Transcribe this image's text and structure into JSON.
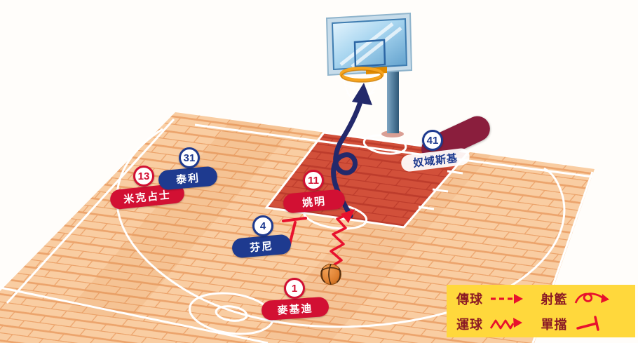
{
  "players": [
    {
      "number": "1",
      "name": "麥基迪",
      "team_color": "#D21033",
      "badge_color": "#D21033"
    },
    {
      "number": "4",
      "name": "芬尼",
      "team_color": "#1E3A8F",
      "badge_color": "#1E3A8F"
    },
    {
      "number": "11",
      "name": "姚明",
      "team_color": "#D21033",
      "badge_color": "#D21033"
    },
    {
      "number": "13",
      "name": "米克占士",
      "team_color": "#D21033",
      "badge_color": "#D21033"
    },
    {
      "number": "31",
      "name": "泰利",
      "team_color": "#1E3A8F",
      "badge_color": "#1E3A8F"
    },
    {
      "number": "41",
      "name": "奴域斯基",
      "team_color": "#8A1E3D",
      "badge_color": "#1E3A8F",
      "name_text_color": "#1E3A8F"
    }
  ],
  "legend": {
    "background": "#FFD83C",
    "label_color": "#8B1A24",
    "symbol_color": "#E8112D",
    "items": [
      {
        "label": "傳球",
        "icon": "pass-dashed-arrow-icon"
      },
      {
        "label": "射籃",
        "icon": "shoot-loop-arrow-icon"
      },
      {
        "label": "運球",
        "icon": "dribble-zigzag-arrow-icon"
      },
      {
        "label": "單擋",
        "icon": "screen-bar-icon"
      }
    ]
  },
  "court": {
    "floor_color": "#F9CDA2",
    "plank_line_color": "#ECA46C",
    "paint_color": "#D2503A",
    "line_color": "#FFFFFF",
    "backboard_glass_color": "#A9D6F0",
    "rim_color": "#F6A41F",
    "shot_arrow_color": "#23296B",
    "dribble_arrow_color": "#E8112D",
    "screen_mark_color": "#E8112D",
    "ball_color": "#DD7E2E"
  }
}
